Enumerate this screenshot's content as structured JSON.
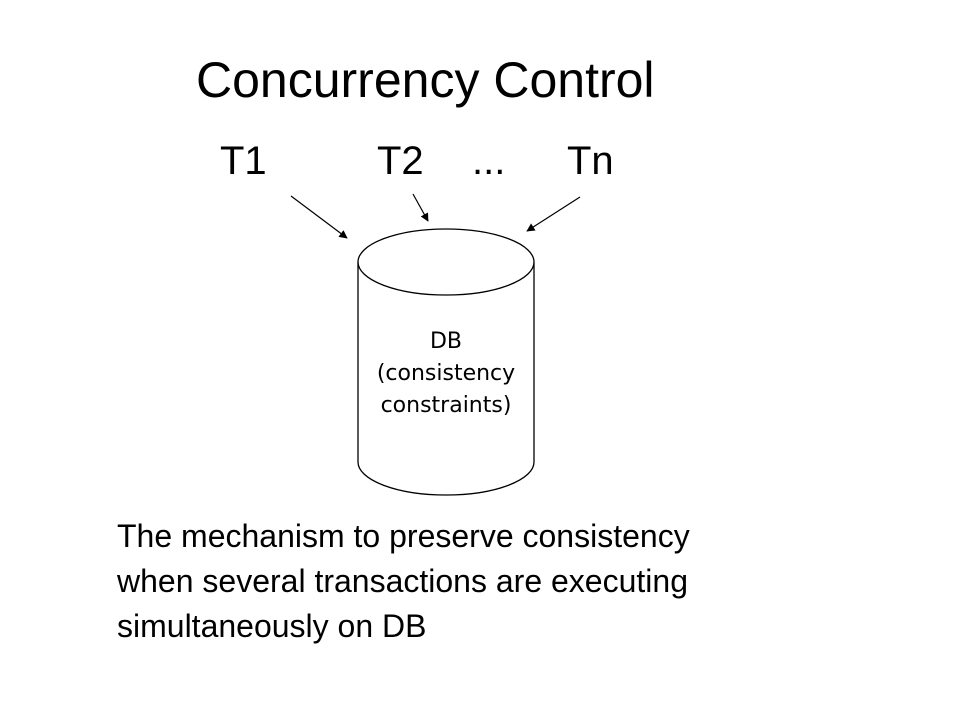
{
  "slide": {
    "title": "Concurrency Control",
    "transactions": [
      "T1",
      "T2",
      "...",
      "Tn"
    ],
    "database": {
      "label_lines": [
        "DB",
        "(consistency",
        "constraints)"
      ]
    },
    "body_lines": [
      "The mechanism to preserve consistency",
      "when several transactions are executing",
      "simultaneously on DB"
    ]
  }
}
